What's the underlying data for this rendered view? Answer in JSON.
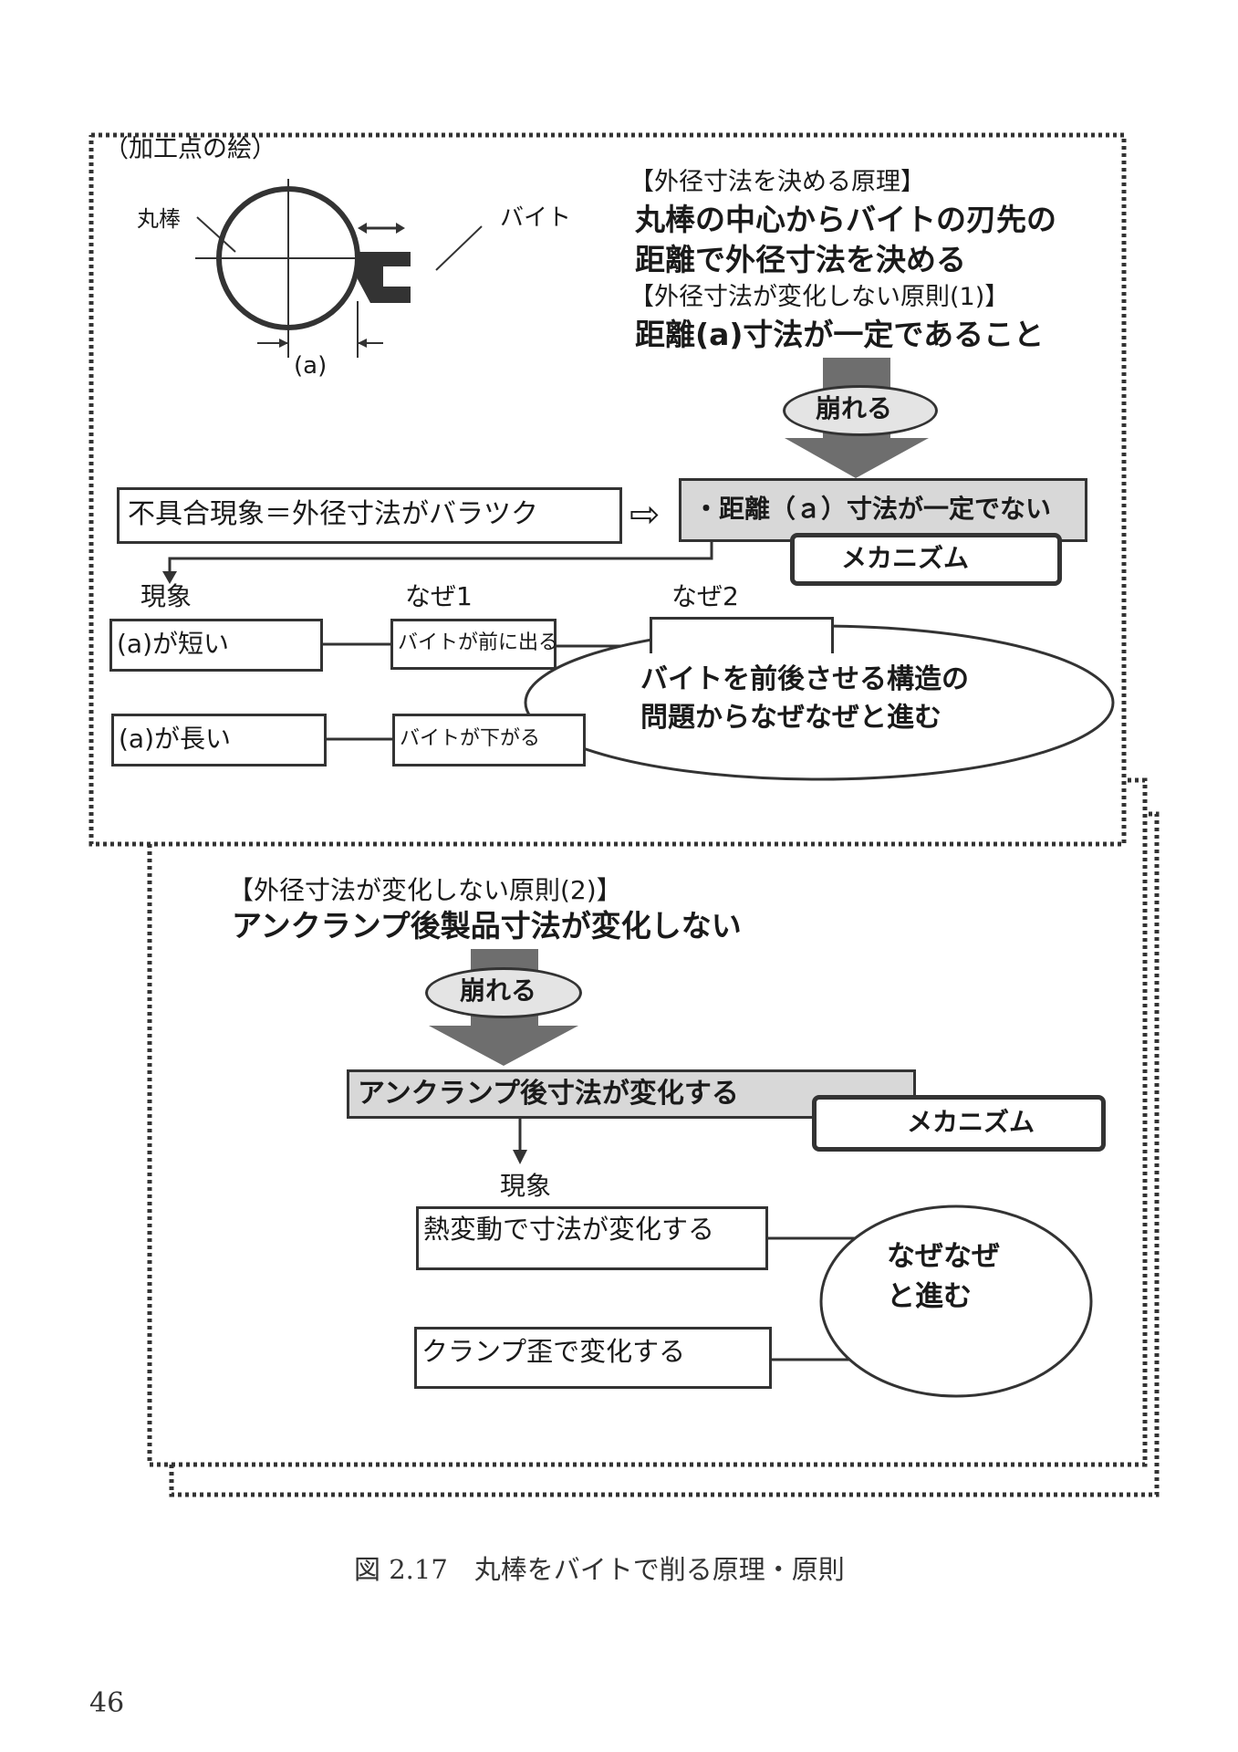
{
  "diagram": {
    "top_section": {
      "drawing_caption": "（加工点の絵）",
      "label_bar": "丸棒",
      "label_tool": "バイト",
      "label_a": "(a)",
      "principle_heading": "【外径寸法を決める原理】",
      "principle_line1": "丸棒の中心からバイトの刃先の",
      "principle_line2": "距離で外径寸法を決める",
      "rule1_heading": "【外径寸法が変化しない原則(1)】",
      "rule1_text": "距離(a)寸法が一定であること",
      "collapse_label": "崩れる",
      "defect_box": "不具合現象＝外径寸法がバラツク",
      "arrow_symbol": "⇨",
      "mechanism_cause": "・距離（ａ）寸法が一定でない",
      "mechanism_label": "メカニズム",
      "col_phenomenon": "現象",
      "col_why1": "なぜ1",
      "col_why2": "なぜ2",
      "row1_phenomenon": "(a)が短い",
      "row1_why1": "バイトが前に出る",
      "row2_phenomenon": "(a)が長い",
      "row2_why1": "バイトが下がる",
      "ellipse_line1": "バイトを前後させる構造の",
      "ellipse_line2": "問題からなぜなぜと進む"
    },
    "bottom_section": {
      "rule2_heading": "【外径寸法が変化しない原則(2)】",
      "rule2_text": "アンクランプ後製品寸法が変化しない",
      "collapse_label": "崩れる",
      "mechanism_cause": "アンクランプ後寸法が変化する",
      "mechanism_label": "メカニズム",
      "col_phenomenon": "現象",
      "row1": "熱変動で寸法が変化する",
      "row2": "クランプ歪で変化する",
      "circle_line1": "なぜなぜ",
      "circle_line2": "と進む"
    }
  },
  "figure_caption": "図 2.17　丸棒をバイトで削る原理・原則",
  "page_number": "46",
  "colors": {
    "arrow_fill": "#6e6e6e",
    "box_grey": "#d8d8d8",
    "ellipse_grey": "#e4e4e4",
    "line": "#333333"
  }
}
